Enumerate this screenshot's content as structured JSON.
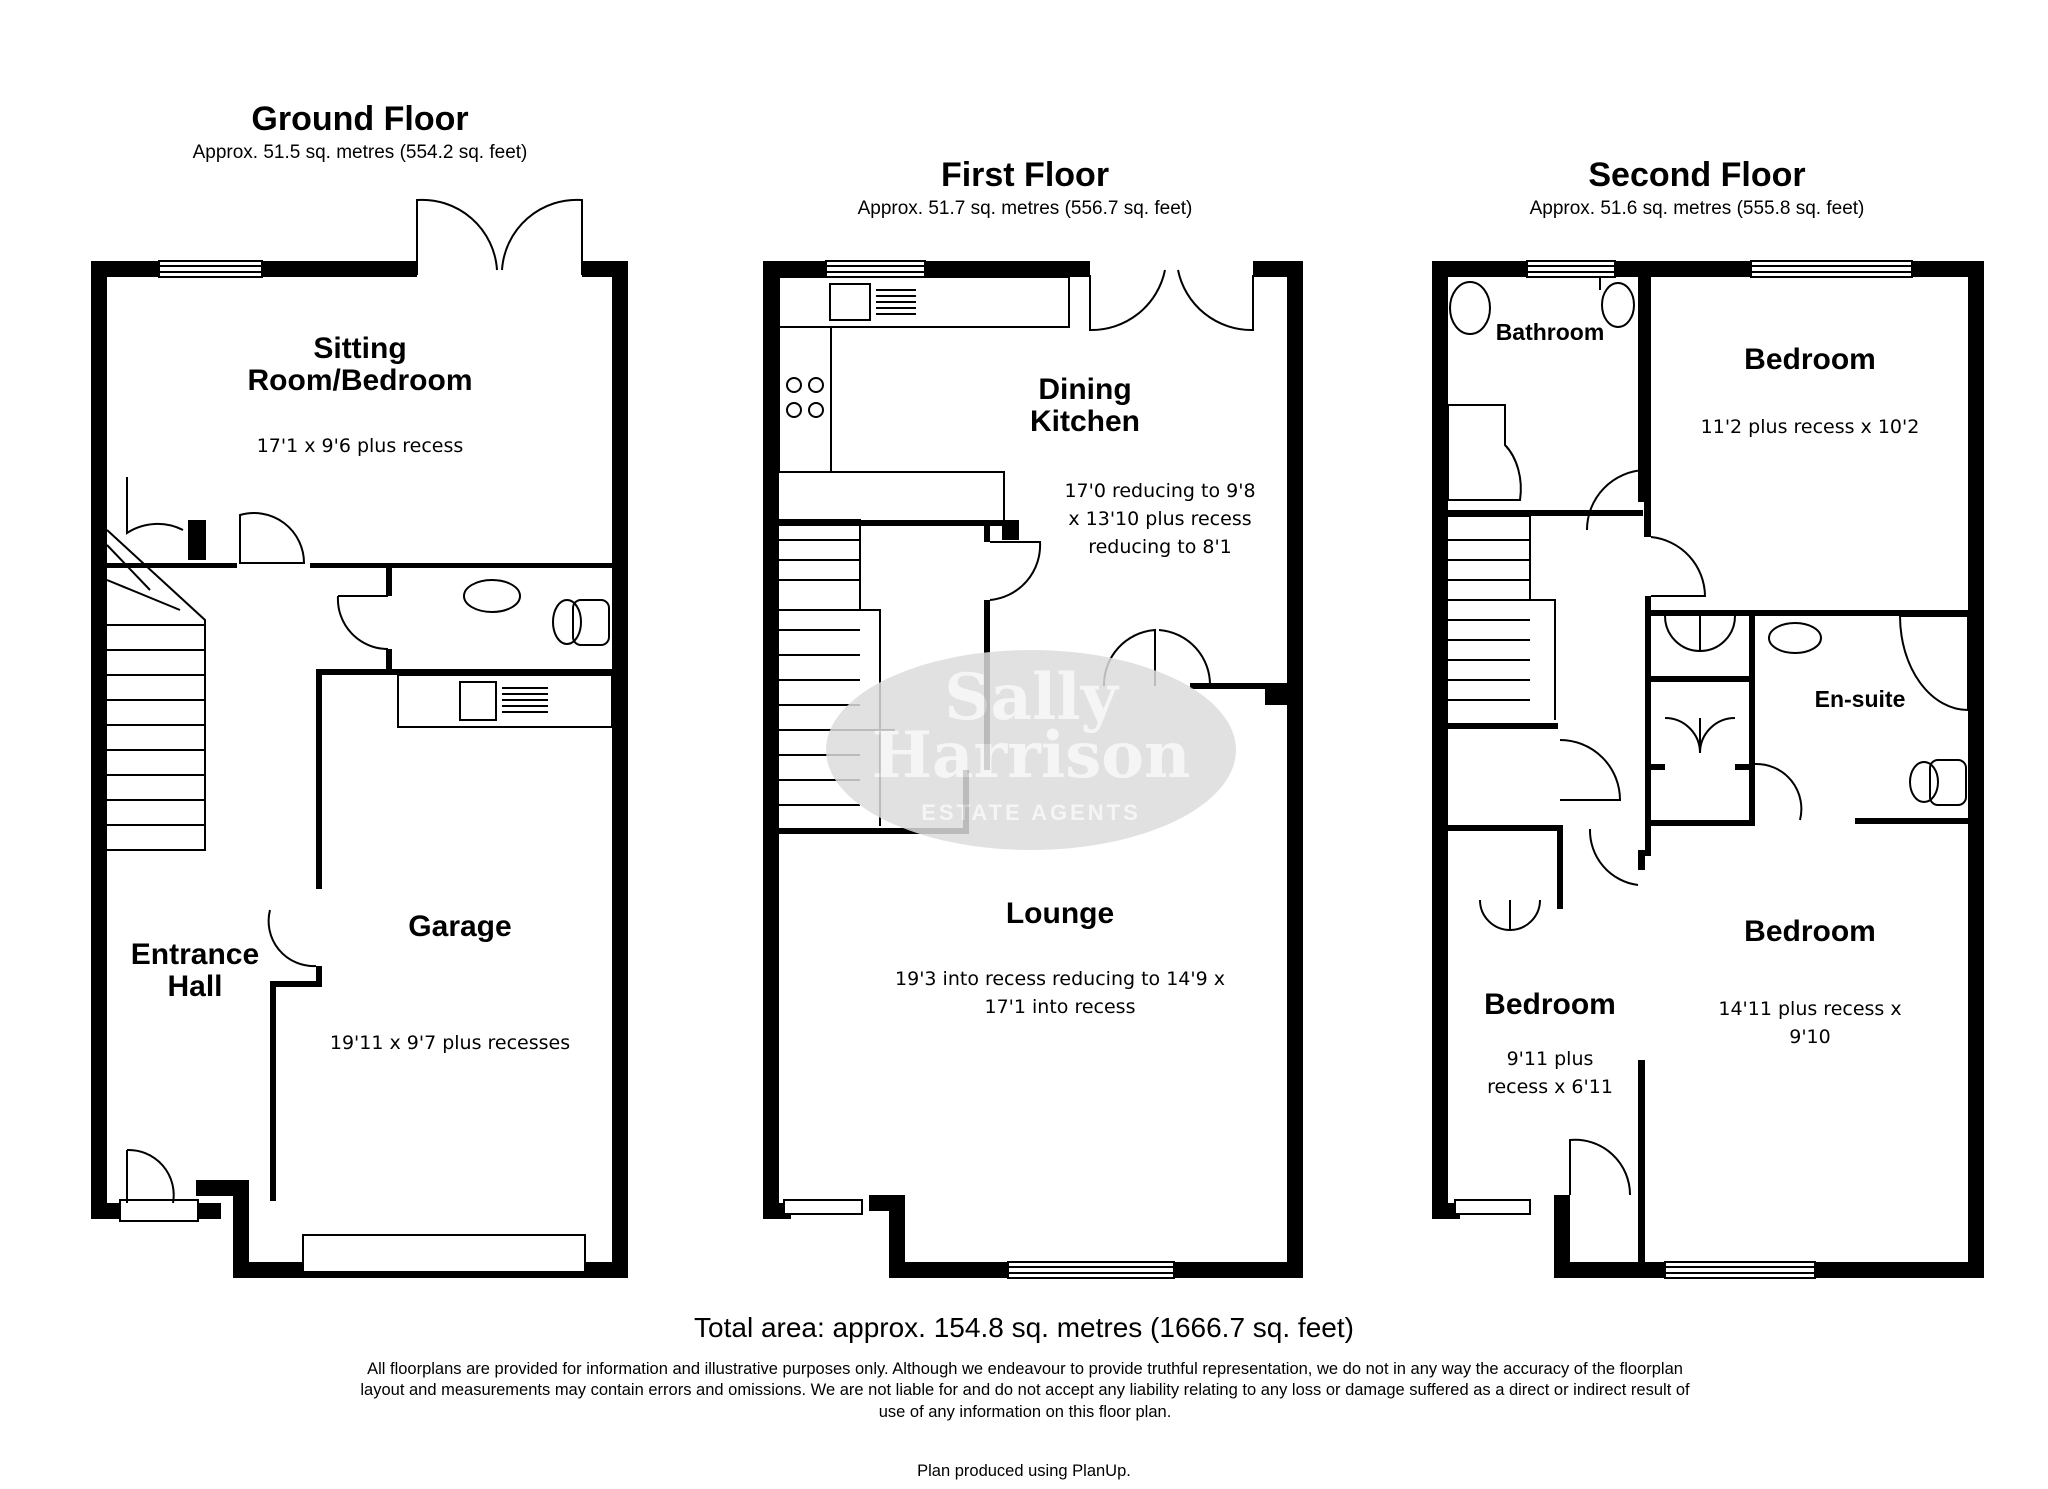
{
  "floors": [
    {
      "title": "Ground Floor",
      "area": "Approx. 51.5 sq. metres (554.2 sq. feet)"
    },
    {
      "title": "First Floor",
      "area": "Approx. 51.7 sq. metres (556.7 sq. feet)"
    },
    {
      "title": "Second Floor",
      "area": "Approx. 51.6 sq. metres (555.8 sq. feet)"
    }
  ],
  "rooms": {
    "sitting_room": {
      "name_line1": "Sitting",
      "name_line2": "Room/Bedroom",
      "dimensions": "17'1 x 9'6 plus recess"
    },
    "entrance_hall": {
      "name_line1": "Entrance",
      "name_line2": "Hall"
    },
    "garage": {
      "name": "Garage",
      "dimensions": "19'11 x 9'7 plus recesses"
    },
    "dining_kitchen": {
      "name_line1": "Dining",
      "name_line2": "Kitchen",
      "dim_line1": "17'0 reducing to 9'8",
      "dim_line2": "x 13'10 plus recess",
      "dim_line3": "reducing to 8'1"
    },
    "lounge": {
      "name": "Lounge",
      "dim_line1": "19'3 into recess reducing to 14'9 x",
      "dim_line2": "17'1 into recess"
    },
    "bathroom": {
      "name": "Bathroom"
    },
    "bedroom_front": {
      "name": "Bedroom",
      "dimensions": "11'2 plus recess x 10'2"
    },
    "ensuite": {
      "name": "En-suite"
    },
    "bedroom_rear_right": {
      "name": "Bedroom",
      "dim_line1": "14'11 plus recess x",
      "dim_line2": "9'10"
    },
    "bedroom_rear_left": {
      "name": "Bedroom",
      "dim_line1": "9'11 plus",
      "dim_line2": "recess x 6'11"
    }
  },
  "watermark": {
    "line1": "Sally",
    "line2": "Harrison",
    "line3": "ESTATE AGENTS"
  },
  "total_area": "Total area: approx. 154.8 sq. metres (1666.7 sq. feet)",
  "disclaimer": "All floorplans are provided for information and illustrative purposes only. Although we endeavour to provide truthful representation, we do not in any way the accuracy of the floorplan layout and measurements may contain errors and omissions. We are not liable for and do not accept any liability relating to any loss or damage suffered as a direct or indirect result of use of any information on this floor plan.",
  "produced_by": "Plan produced using PlanUp.",
  "colors": {
    "wall": "#000000",
    "watermark": "#dcdcdc",
    "background": "#ffffff"
  }
}
